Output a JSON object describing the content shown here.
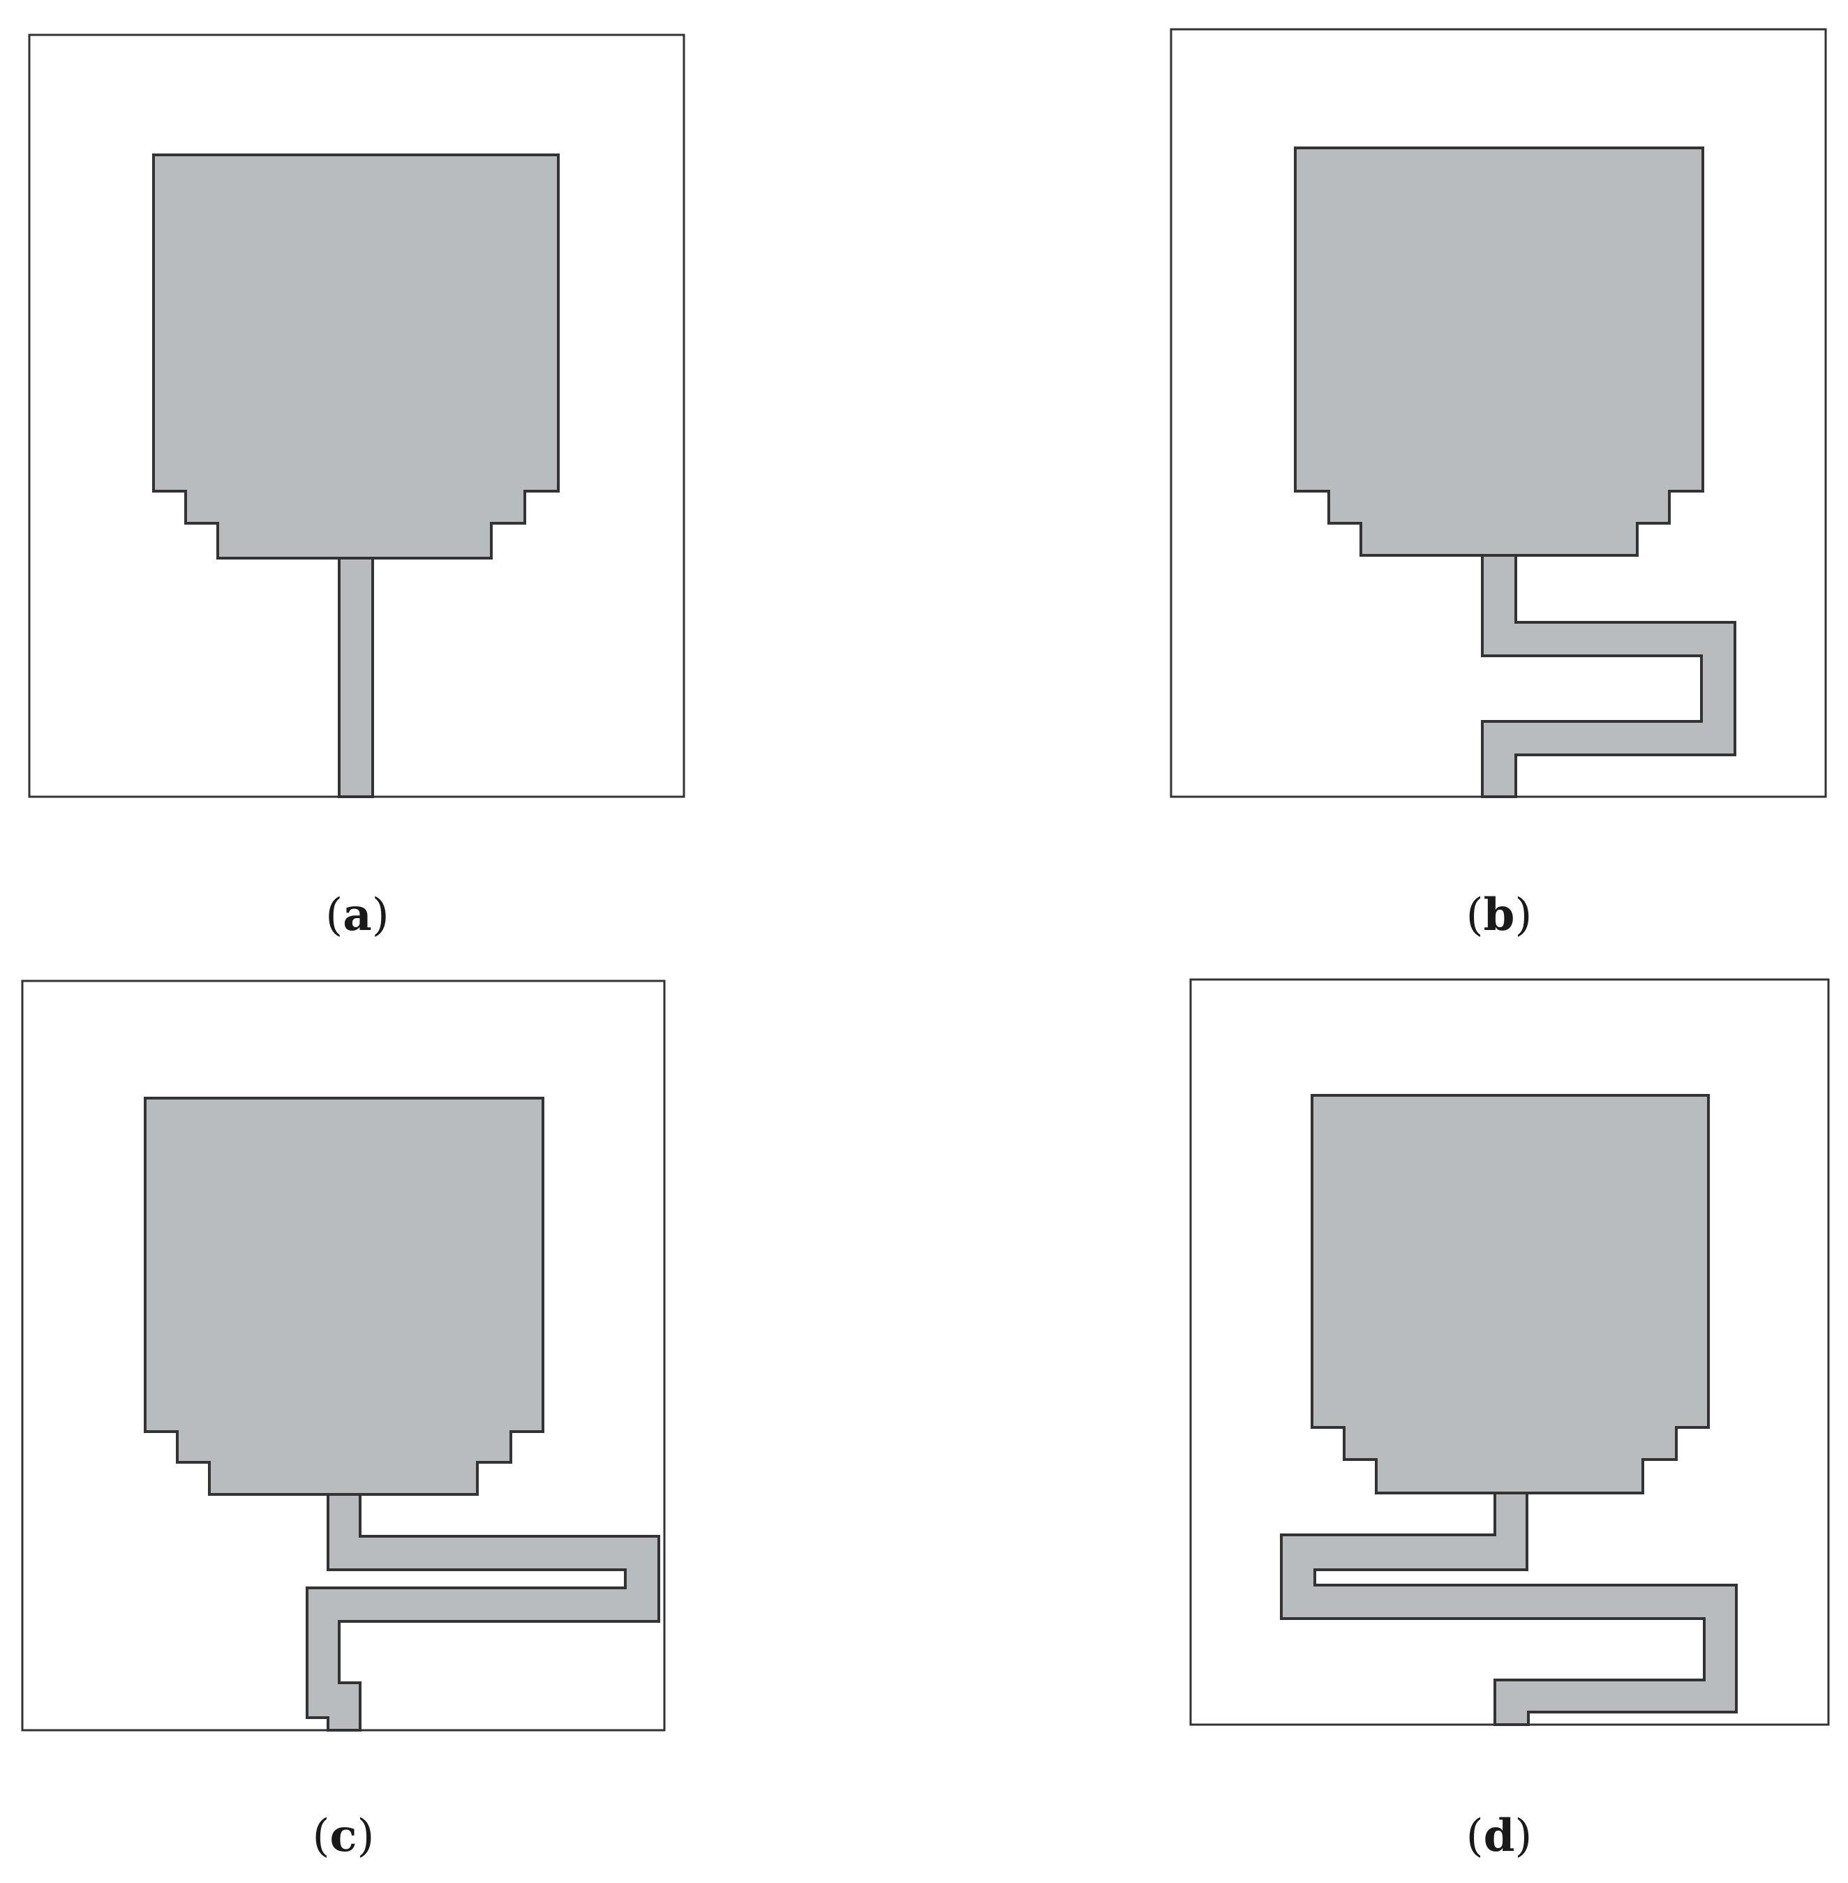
{
  "colors": {
    "substrate_fill": "#ffffff",
    "substrate_stroke": "#333333",
    "metal_fill": "#b9bcbf",
    "metal_stroke": "#333333"
  },
  "panels": [
    {
      "id": "a",
      "caption_open": "(",
      "caption_letter": "a",
      "caption_close": ")"
    },
    {
      "id": "b",
      "caption_open": "(",
      "caption_letter": "b",
      "caption_close": ")"
    },
    {
      "id": "c",
      "caption_open": "(",
      "caption_letter": "c",
      "caption_close": ")"
    },
    {
      "id": "d",
      "caption_open": "(",
      "caption_letter": "d",
      "caption_close": ")"
    }
  ]
}
